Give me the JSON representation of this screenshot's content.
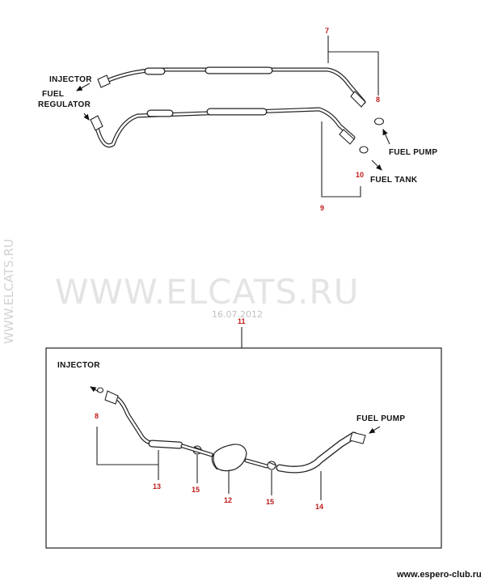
{
  "watermarks": {
    "main": "WWW.ELCATS.RU",
    "vertical": "WWW.ELCATS.RU",
    "date": "16.07.2012",
    "site": "www.espero-club.ru"
  },
  "top_diagram": {
    "labels": {
      "injector": "INJECTOR",
      "fuel_regulator_1": "FUEL",
      "fuel_regulator_2": "REGULATOR",
      "fuel_pump": "FUEL PUMP",
      "fuel_tank": "FUEL TANK"
    },
    "callouts": {
      "c7": "7",
      "c8": "8",
      "c9": "9",
      "c10": "10"
    }
  },
  "bottom_diagram": {
    "labels": {
      "injector": "INJECTOR",
      "fuel_pump": "FUEL PUMP"
    },
    "callouts": {
      "c11": "11",
      "c8": "8",
      "c13": "13",
      "c15a": "15",
      "c12": "12",
      "c15b": "15",
      "c14": "14"
    }
  }
}
